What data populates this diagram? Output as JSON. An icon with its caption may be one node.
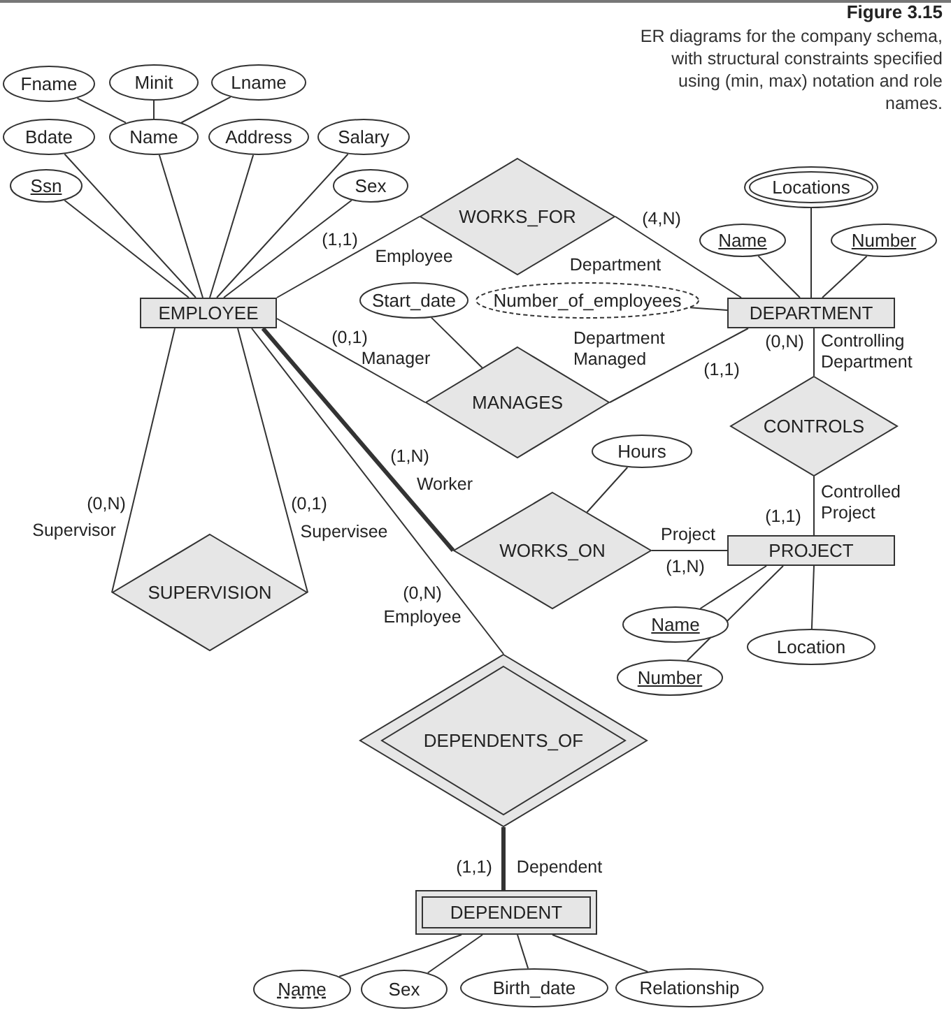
{
  "diagram": {
    "title": "Figure 3.15",
    "caption": "ER diagrams for the company schema, with structural constraints specified using (min, max) notation and role names.",
    "nodes": [
      {
        "text": [
          "Fname"
        ]
      },
      {
        "text": [
          "Minit"
        ]
      },
      {
        "text": [
          "Lname"
        ]
      },
      {
        "text": [
          "Bdate"
        ]
      },
      {
        "text": [
          "Name"
        ]
      },
      {
        "text": [
          "Address"
        ]
      },
      {
        "text": [
          "Salary"
        ]
      },
      {
        "text": [
          "Ssn"
        ]
      },
      {
        "text": [
          "Sex"
        ]
      },
      {
        "text": [
          "Locations"
        ]
      },
      {
        "text": [
          "WORKS_FOR"
        ]
      },
      {
        "text": [
          "Name"
        ]
      },
      {
        "text": [
          "Number"
        ]
      },
      {
        "text": [
          "Start_date"
        ]
      },
      {
        "text": [
          "Number_of_employees"
        ]
      },
      {
        "text": [
          "EMPLOYEE"
        ]
      },
      {
        "text": [
          "DEPARTMENT"
        ]
      },
      {
        "text": [
          "MANAGES"
        ]
      },
      {
        "text": [
          "CONTROLS"
        ]
      },
      {
        "text": [
          "Hours"
        ]
      },
      {
        "text": [
          "WORKS_ON"
        ]
      },
      {
        "text": [
          "PROJECT"
        ]
      },
      {
        "text": [
          "SUPERVISION"
        ]
      },
      {
        "text": [
          "Name"
        ]
      },
      {
        "text": [
          "Location"
        ]
      },
      {
        "text": [
          "Number"
        ]
      },
      {
        "text": [
          "DEPENDENTS_OF"
        ]
      },
      {
        "text": [
          "DEPENDENT"
        ]
      },
      {
        "text": [
          "Name"
        ]
      },
      {
        "text": [
          "Sex"
        ]
      },
      {
        "text": [
          "Birth_date"
        ]
      },
      {
        "text": [
          "Relationship"
        ]
      }
    ],
    "edges": [
      {
        "from": 0,
        "to": 4,
        "arrow": "none"
      },
      {
        "from": 1,
        "to": 4,
        "arrow": "none"
      },
      {
        "from": 2,
        "to": 4,
        "arrow": "none"
      },
      {
        "from": 7,
        "to": 15,
        "arrow": "none"
      },
      {
        "from": 3,
        "to": 15,
        "arrow": "none"
      },
      {
        "from": 4,
        "to": 15,
        "arrow": "none"
      },
      {
        "from": 5,
        "to": 15,
        "arrow": "none"
      },
      {
        "from": 6,
        "to": 15,
        "arrow": "none"
      },
      {
        "from": 8,
        "to": 15,
        "arrow": "none"
      },
      {
        "from": 15,
        "to": 10,
        "arrow": "none"
      },
      {
        "from": 10,
        "to": 16,
        "arrow": "none"
      },
      {
        "from": 9,
        "to": 16,
        "arrow": "none"
      },
      {
        "from": 11,
        "to": 16,
        "arrow": "none"
      },
      {
        "from": 12,
        "to": 16,
        "arrow": "none"
      },
      {
        "from": 14,
        "to": 16,
        "arrow": "none"
      },
      {
        "from": 13,
        "to": 17,
        "arrow": "none"
      },
      {
        "from": 15,
        "to": 17,
        "arrow": "none"
      },
      {
        "from": 17,
        "to": 16,
        "arrow": "none"
      },
      {
        "from": 16,
        "to": 18,
        "arrow": "none"
      },
      {
        "from": 18,
        "to": 21,
        "arrow": "none"
      },
      {
        "from": 19,
        "to": 20,
        "arrow": "none"
      },
      {
        "from": 15,
        "to": 20,
        "arrow": "none",
        "style": "thick"
      },
      {
        "from": 20,
        "to": 21,
        "arrow": "none"
      },
      {
        "from": 15,
        "to": 22,
        "arrow": "none"
      },
      {
        "from": 15,
        "to": 22,
        "arrow": "none"
      },
      {
        "from": 21,
        "to": 23,
        "arrow": "none"
      },
      {
        "from": 21,
        "to": 25,
        "arrow": "none"
      },
      {
        "from": 21,
        "to": 24,
        "arrow": "none"
      },
      {
        "from": 15,
        "to": 26,
        "arrow": "none"
      },
      {
        "from": 26,
        "to": 27,
        "arrow": "none",
        "style": "thick"
      },
      {
        "from": 27,
        "to": 28,
        "arrow": "none"
      },
      {
        "from": 27,
        "to": 29,
        "arrow": "none"
      },
      {
        "from": 27,
        "to": 30,
        "arrow": "none"
      },
      {
        "from": 27,
        "to": 31,
        "arrow": "none"
      }
    ],
    "labels": [
      "(1,1)",
      "(4,N)",
      "Employee",
      "Department",
      "(0,1)",
      "Department Managed",
      "(0,N)",
      "Controlling Department",
      "Manager",
      "(1,1)",
      "(1,N)",
      "Worker",
      "Controlled Project",
      "(0,N)",
      "(0,1)",
      "(1,1)",
      "Supervisor",
      "Supervisee",
      "Project",
      "(1,N)",
      "(0,N)",
      "Employee",
      "(1,1)",
      "Dependent"
    ]
  }
}
